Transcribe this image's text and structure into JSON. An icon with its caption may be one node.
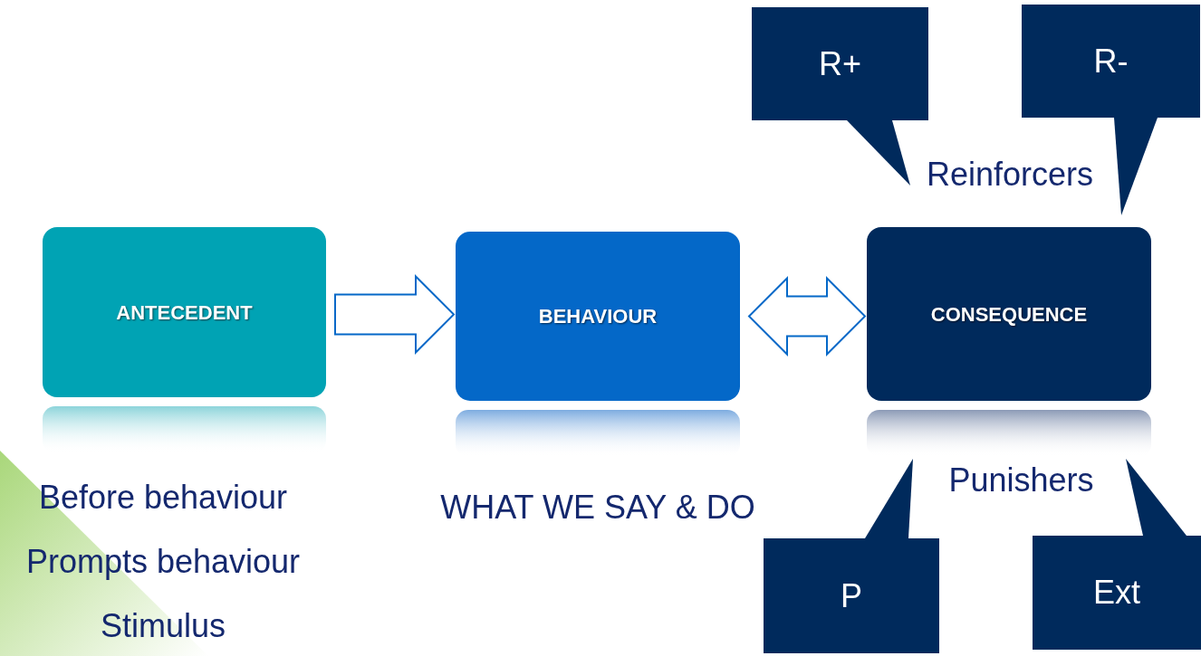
{
  "diagram": {
    "nodes": [
      {
        "text": [
          "ANTECEDENT"
        ]
      },
      {
        "text": [
          "BEHAVIOUR"
        ]
      },
      {
        "text": [
          "CONSEQUENCE"
        ]
      },
      {
        "text": [
          "R+"
        ]
      },
      {
        "text": [
          "R-"
        ]
      },
      {
        "text": [
          "P"
        ]
      },
      {
        "text": [
          "Ext"
        ]
      },
      {
        "text": [],
        "shape": "box"
      },
      {
        "text": [],
        "shape": "box"
      },
      {
        "text": [],
        "shape": "box"
      }
    ],
    "edges": [
      {
        "from": 0,
        "to": 1,
        "arrow": "to"
      },
      {
        "from": 1,
        "to": 2,
        "arrow": "both"
      }
    ],
    "labels": [
      "Reinforcers",
      "Before behaviour",
      "WHAT WE SAY & DO",
      "Punishers",
      "Prompts behaviour",
      "Stimulus"
    ]
  }
}
